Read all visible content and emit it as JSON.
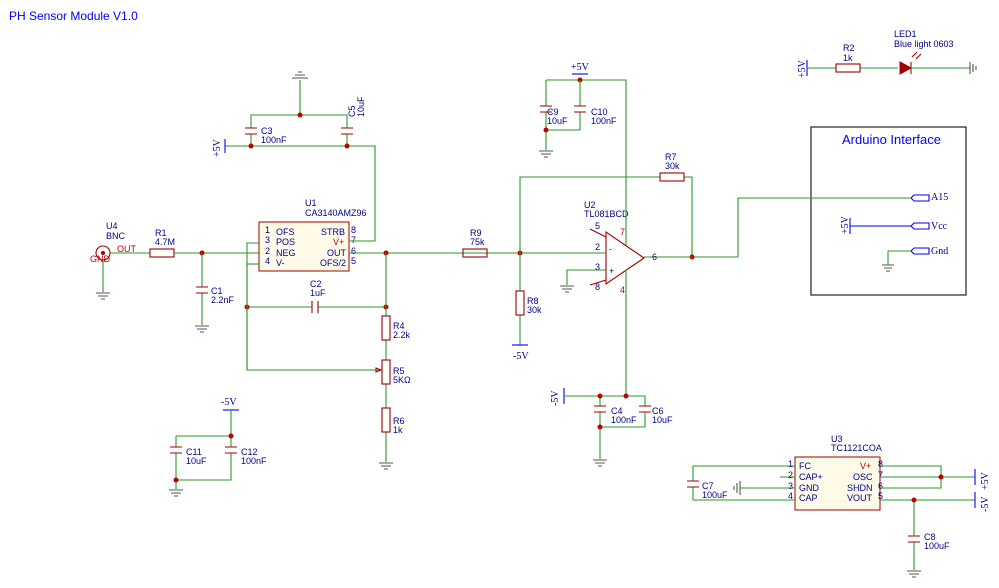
{
  "title": "PH Sensor Module V1.0",
  "arduino": {
    "title": "Arduino Interface",
    "ports": [
      "A15",
      "Vcc",
      "Gnd"
    ]
  },
  "u1": {
    "ref": "U1",
    "part": "CA3140AMZ96",
    "pins_left": [
      "OFS",
      "POS",
      "NEG",
      "V-"
    ],
    "pins_left_num": [
      "1",
      "3",
      "2",
      "4"
    ],
    "pins_right": [
      "STRB",
      "V+",
      "OUT",
      "OFS/2"
    ],
    "pins_right_num": [
      "8",
      "7",
      "6",
      "5"
    ]
  },
  "u2": {
    "ref": "U2",
    "part": "TL081BCD",
    "pins": [
      "5",
      "7",
      "2",
      "3",
      "8",
      "6",
      "4"
    ],
    "minus": "-",
    "plus": "+"
  },
  "u3": {
    "ref": "U3",
    "part": "TC1121COA",
    "pins_left": [
      "FC",
      "CAP+",
      "GND",
      "CAP"
    ],
    "pins_left_num": [
      "1",
      "2",
      "3",
      "4"
    ],
    "pins_right": [
      "V+",
      "OSC",
      "SHDN",
      "VOUT"
    ],
    "pins_right_num": [
      "8",
      "7",
      "6",
      "5"
    ]
  },
  "u4": {
    "ref": "U4",
    "value": "BNC",
    "out": "OUT",
    "gnd": "GND"
  },
  "components": [
    {
      "ref": "R1",
      "value": "4.7M"
    },
    {
      "ref": "R2",
      "value": "1k"
    },
    {
      "ref": "R4",
      "value": "2.2k"
    },
    {
      "ref": "R5",
      "value": "5KΩ"
    },
    {
      "ref": "R6",
      "value": "1k"
    },
    {
      "ref": "R7",
      "value": "30k"
    },
    {
      "ref": "R8",
      "value": "30k"
    },
    {
      "ref": "R9",
      "value": "75k"
    },
    {
      "ref": "C1",
      "value": "2.2nF"
    },
    {
      "ref": "C2",
      "value": "1uF"
    },
    {
      "ref": "C3",
      "value": "100nF"
    },
    {
      "ref": "C4",
      "value": "100nF"
    },
    {
      "ref": "C5",
      "value": "10uF"
    },
    {
      "ref": "C6",
      "value": "10uF"
    },
    {
      "ref": "C7",
      "value": "100uF"
    },
    {
      "ref": "C8",
      "value": "100uF"
    },
    {
      "ref": "C9",
      "value": "10uF"
    },
    {
      "ref": "C10",
      "value": "100nF"
    },
    {
      "ref": "C11",
      "value": "10uF"
    },
    {
      "ref": "C12",
      "value": "100nF"
    }
  ],
  "led": {
    "ref": "LED1",
    "value": "Blue light 0603"
  },
  "power": {
    "p5": "+5V",
    "m5": "-5V"
  }
}
